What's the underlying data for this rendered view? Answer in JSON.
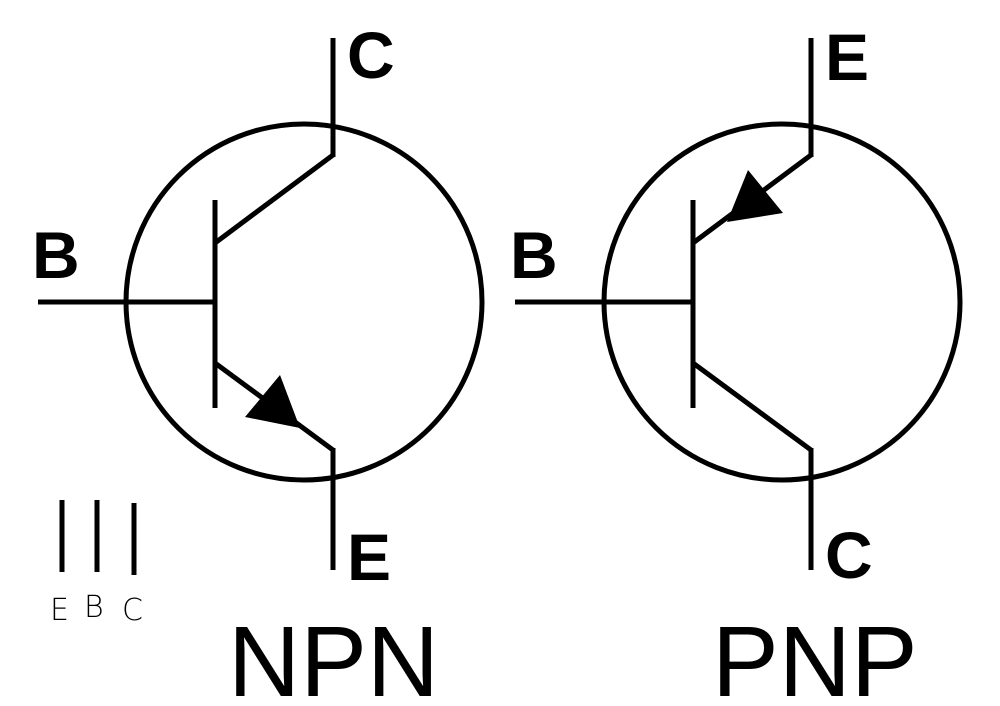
{
  "npn": {
    "collector_label": "C",
    "base_label": "B",
    "emitter_label": "E",
    "type_label": "NPN"
  },
  "pnp": {
    "emitter_label": "E",
    "base_label": "B",
    "collector_label": "C",
    "type_label": "PNP"
  },
  "pinout_sketch": {
    "labels": [
      "E",
      "B",
      "C"
    ]
  }
}
